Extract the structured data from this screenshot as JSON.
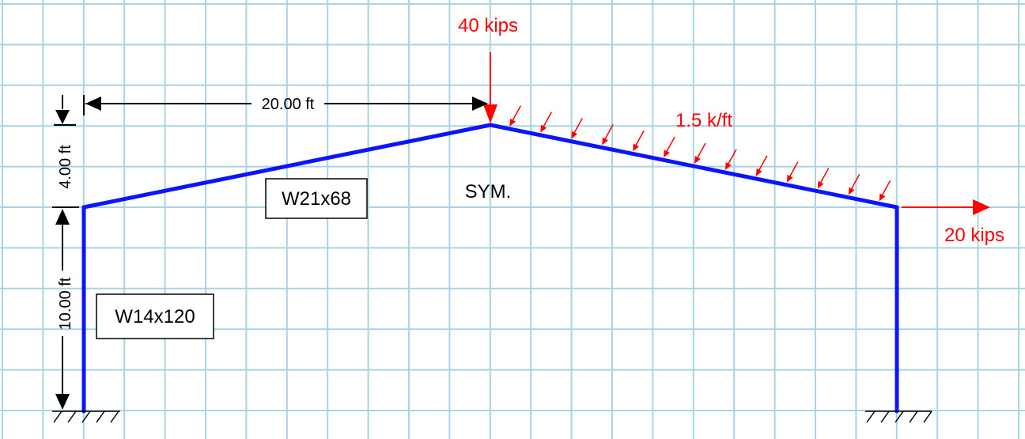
{
  "loads": {
    "point_top": "40 kips",
    "distributed": "1.5 k/ft",
    "lateral": "20 kips"
  },
  "dimensions": {
    "horizontal": "20.00 ft",
    "rise": "4.00 ft",
    "column_height": "10.00 ft"
  },
  "members": {
    "rafter": "W21x68",
    "column": "W14x120"
  },
  "notes": {
    "symmetry": "SYM."
  },
  "colors": {
    "frame": "#0a14ff",
    "load": "#ff0000",
    "grid": "#a9d4e2"
  }
}
